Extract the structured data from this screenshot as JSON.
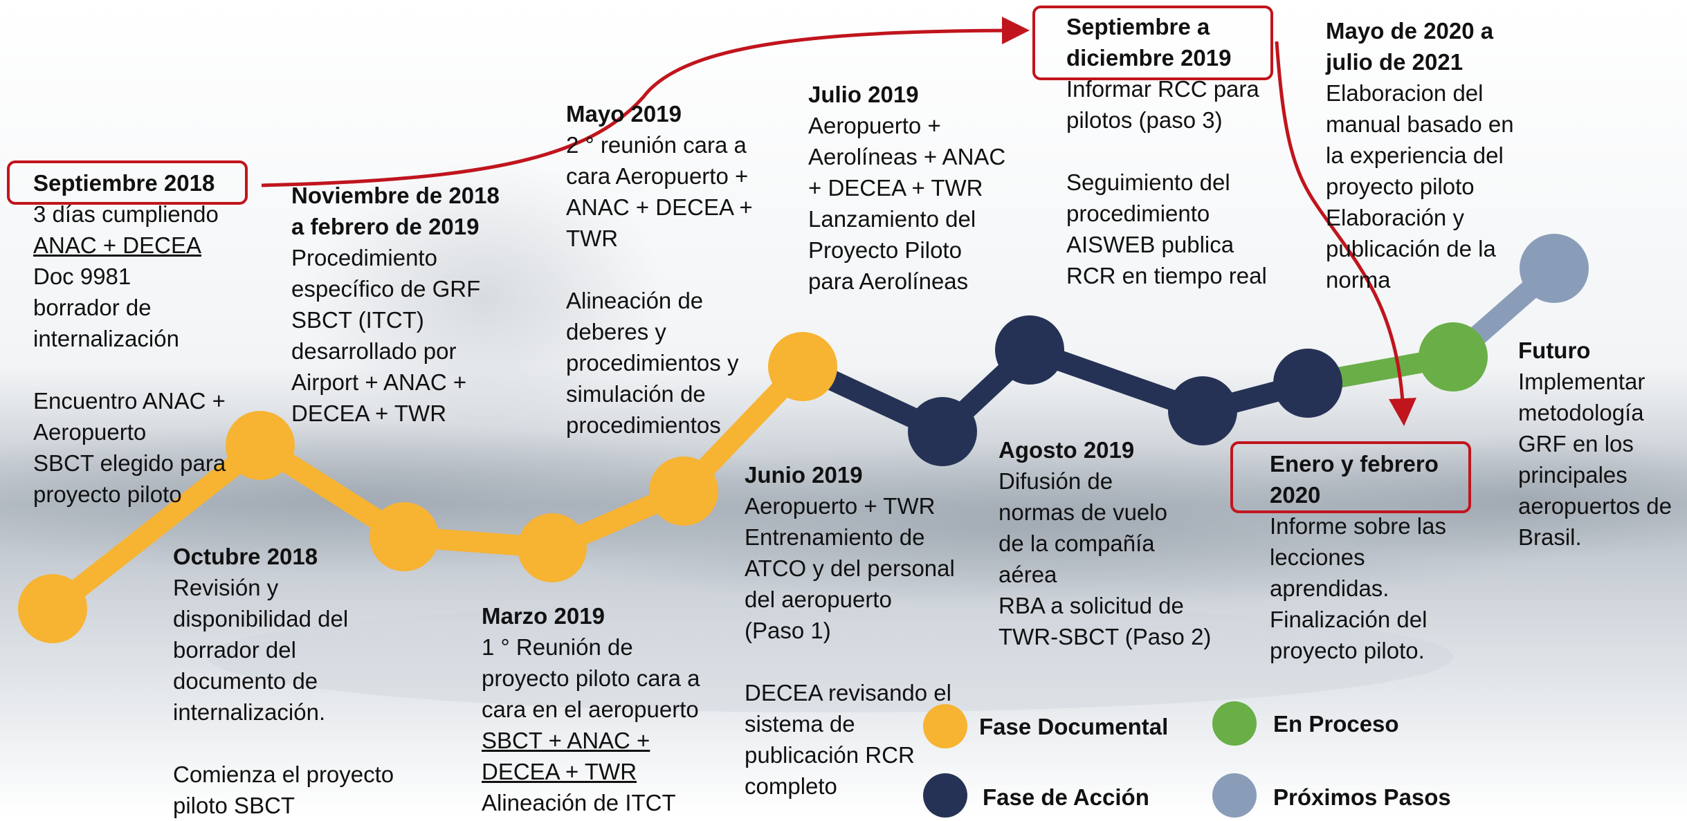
{
  "colors": {
    "documental": "#F7B332",
    "accion": "#263255",
    "proceso": "#6AAE47",
    "proximos": "#8A9DB8",
    "highlight": "#C0151D"
  },
  "events": [
    {
      "title": "Septiembre 2018",
      "lines": [
        "3 días cumpliendo",
        "ANAC + DECEA",
        "Doc 9981",
        "borrador de",
        "internalización",
        "",
        "Encuentro ANAC +",
        "Aeropuerto",
        "SBCT elegido para",
        "proyecto piloto"
      ]
    },
    {
      "title": "Octubre 2018",
      "lines": [
        "Revisión y",
        "disponibilidad del",
        "borrador del",
        "documento de",
        "internalización.",
        "",
        "Comienza el proyecto",
        "piloto SBCT"
      ]
    },
    {
      "title_lines": [
        "Noviembre de 2018",
        "a febrero de 2019"
      ],
      "lines": [
        "Procedimiento",
        "específico de GRF",
        "SBCT (ITCT)",
        "desarrollado por",
        "Airport + ANAC +",
        "DECEA + TWR"
      ]
    },
    {
      "title": "Marzo 2019",
      "lines": [
        "1 ° Reunión de",
        "proyecto piloto cara a",
        "cara en el aeropuerto",
        "SBCT + ANAC +",
        "DECEA + TWR",
        "Alineación de ITCT"
      ]
    },
    {
      "title": "Mayo 2019",
      "lines": [
        "2 ° reunión cara a",
        "cara Aeropuerto +",
        "ANAC + DECEA +",
        "TWR",
        "",
        "Alineación de",
        "deberes y",
        "procedimientos y",
        "simulación de",
        "procedimientos"
      ]
    },
    {
      "title": "Junio 2019",
      "lines": [
        "Aeropuerto + TWR",
        "Entrenamiento de",
        "ATCO y del personal",
        "del aeropuerto",
        "(Paso 1)",
        "",
        "DECEA revisando el",
        "sistema de",
        "publicación RCR",
        "completo"
      ]
    },
    {
      "title": "Julio 2019",
      "lines": [
        "Aeropuerto +",
        "Aerolíneas + ANAC",
        "+ DECEA + TWR",
        "Lanzamiento del",
        "Proyecto Piloto",
        "para Aerolíneas"
      ]
    },
    {
      "title": "Agosto 2019",
      "lines": [
        "Difusión de",
        "normas de vuelo",
        "de la compañía",
        "aérea",
        "RBA a solicitud de",
        "TWR-SBCT (Paso 2)"
      ]
    },
    {
      "title_lines": [
        "Septiembre a",
        "diciembre 2019"
      ],
      "lines": [
        "Informar RCC para",
        "pilotos (paso 3)",
        "",
        "Seguimiento del",
        "procedimiento",
        "AISWEB publica",
        "RCR en tiempo real"
      ]
    },
    {
      "title_lines": [
        "Enero y febrero",
        "2020"
      ],
      "lines": [
        "Informe sobre las",
        "lecciones",
        "aprendidas.",
        "Finalización del",
        "proyecto piloto."
      ]
    },
    {
      "title_lines": [
        "Mayo de 2020 a",
        "julio de 2021"
      ],
      "lines": [
        "Elaboracion del",
        "manual basado en",
        "la experiencia del",
        "proyecto piloto",
        "Elaboración y",
        "publicación de la",
        "norma"
      ]
    },
    {
      "title": "Futuro",
      "lines": [
        "Implementar",
        "metodología",
        "GRF en los",
        "principales",
        "aeropuertos de",
        "Brasil."
      ]
    }
  ],
  "legend": [
    {
      "label": "Fase Documental",
      "color_key": "documental"
    },
    {
      "label": "Fase de Acción",
      "color_key": "accion"
    },
    {
      "label": "En Proceso",
      "color_key": "proceso"
    },
    {
      "label": "Próximos Pasos",
      "color_key": "proximos"
    }
  ],
  "timeline_nodes": [
    {
      "phase": "documental"
    },
    {
      "phase": "documental"
    },
    {
      "phase": "documental"
    },
    {
      "phase": "documental"
    },
    {
      "phase": "documental"
    },
    {
      "phase": "documental"
    },
    {
      "phase": "accion"
    },
    {
      "phase": "accion"
    },
    {
      "phase": "accion"
    },
    {
      "phase": "accion"
    },
    {
      "phase": "proceso"
    },
    {
      "phase": "proximos"
    }
  ]
}
